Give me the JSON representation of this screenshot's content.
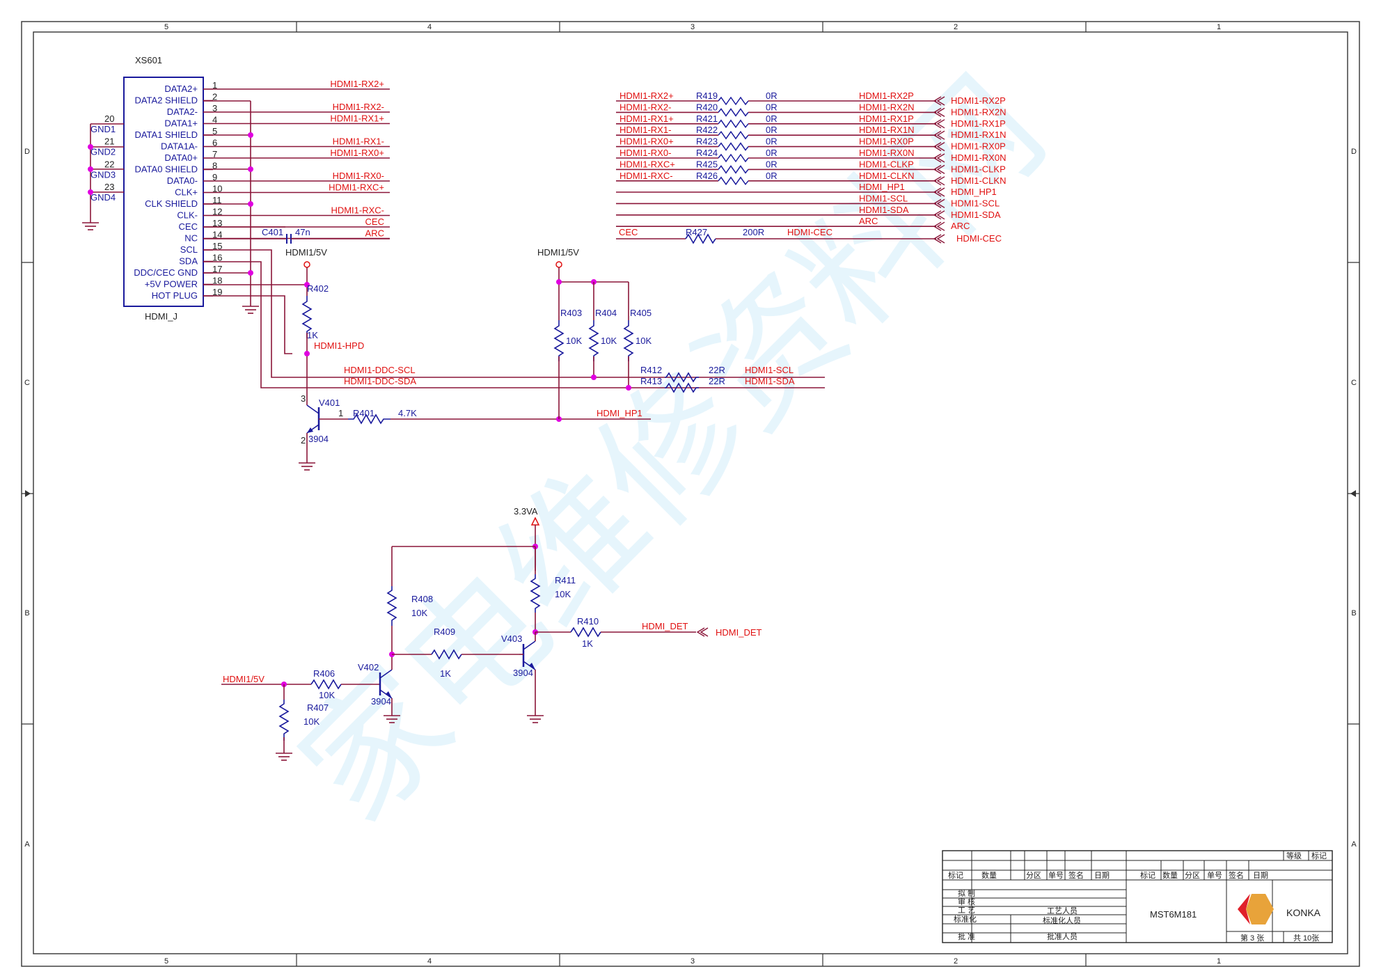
{
  "zones": {
    "columns": [
      "5",
      "4",
      "3",
      "2",
      "1"
    ],
    "rows": [
      "D",
      "C",
      "B",
      "A"
    ]
  },
  "watermark": "家电维修资料网",
  "connector": {
    "ref": "XS601",
    "name": "HDMI_J",
    "pins": [
      {
        "num": "1",
        "label": "DATA2+",
        "net": "HDMI1-RX2+"
      },
      {
        "num": "2",
        "label": "DATA2 SHIELD",
        "net": ""
      },
      {
        "num": "3",
        "label": "DATA2-",
        "net": "HDMI1-RX2-"
      },
      {
        "num": "4",
        "label": "DATA1+",
        "net": "HDMI1-RX1+"
      },
      {
        "num": "5",
        "label": "DATA1 SHIELD",
        "net": ""
      },
      {
        "num": "6",
        "label": "DATA1A-",
        "net": "HDMI1-RX1-"
      },
      {
        "num": "7",
        "label": "DATA0+",
        "net": "HDMI1-RX0+"
      },
      {
        "num": "8",
        "label": "DATA0 SHIELD",
        "net": ""
      },
      {
        "num": "9",
        "label": "DATA0-",
        "net": "HDMI1-RX0-"
      },
      {
        "num": "10",
        "label": "CLK+",
        "net": "HDMI1-RXC+"
      },
      {
        "num": "11",
        "label": "CLK SHIELD",
        "net": ""
      },
      {
        "num": "12",
        "label": "CLK-",
        "net": "HDMI1-RXC-"
      },
      {
        "num": "13",
        "label": "CEC",
        "net": "CEC"
      },
      {
        "num": "14",
        "label": "NC",
        "net": "ARC"
      },
      {
        "num": "15",
        "label": "SCL",
        "net": ""
      },
      {
        "num": "16",
        "label": "SDA",
        "net": ""
      },
      {
        "num": "17",
        "label": "DDC/CEC GND",
        "net": ""
      },
      {
        "num": "18",
        "label": "+5V POWER",
        "net": ""
      },
      {
        "num": "19",
        "label": "HOT PLUG",
        "net": ""
      }
    ],
    "gnd_pins": [
      {
        "num": "20",
        "label": "GND1"
      },
      {
        "num": "21",
        "label": "GND2"
      },
      {
        "num": "22",
        "label": "GND3"
      },
      {
        "num": "23",
        "label": "GND4"
      }
    ]
  },
  "c401": {
    "ref": "C401",
    "value": "47n"
  },
  "hpd": {
    "supply": "HDMI1/5V",
    "r402_ref": "R402",
    "r402_val": "1K",
    "net_hpd": "HDMI1-HPD",
    "v401_ref": "V401",
    "v401_type": "3904",
    "r401_ref": "R401",
    "r401_val": "4.7K",
    "pin1": "1",
    "pin2": "2",
    "pin3": "3",
    "net_hp1": "HDMI_HP1"
  },
  "ddc": {
    "supply": "HDMI1/5V",
    "resistors": [
      {
        "ref": "R403",
        "value": "10K"
      },
      {
        "ref": "R404",
        "value": "10K"
      },
      {
        "ref": "R405",
        "value": "10K"
      }
    ],
    "net_scl": "HDMI1-DDC-SCL",
    "net_sda": "HDMI1-DDC-SDA",
    "r412_ref": "R412",
    "r412_val": "22R",
    "r412_net": "HDMI1-SCL",
    "r413_ref": "R413",
    "r413_val": "22R",
    "r413_net": "HDMI1-SDA"
  },
  "signal_table": {
    "rows": [
      {
        "in": "HDMI1-RX2+",
        "ref": "R419",
        "val": "0R",
        "out": "HDMI1-RX2P",
        "port": "HDMI1-RX2P"
      },
      {
        "in": "HDMI1-RX2-",
        "ref": "R420",
        "val": "0R",
        "out": "HDMI1-RX2N",
        "port": "HDMI1-RX2N"
      },
      {
        "in": "HDMI1-RX1+",
        "ref": "R421",
        "val": "0R",
        "out": "HDMI1-RX1P",
        "port": "HDMI1-RX1P"
      },
      {
        "in": "HDMI1-RX1-",
        "ref": "R422",
        "val": "0R",
        "out": "HDMI1-RX1N",
        "port": "HDMI1-RX1N"
      },
      {
        "in": "HDMI1-RX0+",
        "ref": "R423",
        "val": "0R",
        "out": "HDMI1-RX0P",
        "port": "HDMI1-RX0P"
      },
      {
        "in": "HDMI1-RX0-",
        "ref": "R424",
        "val": "0R",
        "out": "HDMI1-RX0N",
        "port": "HDMI1-RX0N"
      },
      {
        "in": "HDMI1-RXC+",
        "ref": "R425",
        "val": "0R",
        "out": "HDMI1-CLKP",
        "port": "HDMI1-CLKP"
      },
      {
        "in": "HDMI1-RXC-",
        "ref": "R426",
        "val": "0R",
        "out": "HDMI1-CLKN",
        "port": "HDMI1-CLKN"
      }
    ],
    "extra": [
      {
        "out": "HDMI_HP1",
        "port": "HDMI_HP1"
      },
      {
        "out": "HDMI1-SCL",
        "port": "HDMI1-SCL"
      },
      {
        "out": "HDMI1-SDA",
        "port": "HDMI1-SDA"
      },
      {
        "out": "ARC",
        "port": "ARC"
      }
    ],
    "cec": {
      "in": "CEC",
      "ref": "R427",
      "val": "200R",
      "out": "HDMI-CEC",
      "port": "HDMI-CEC"
    }
  },
  "det": {
    "supply": "3.3VA",
    "input": "HDMI1/5V",
    "r406_ref": "R406",
    "r406_val": "10K",
    "r407_ref": "R407",
    "r407_val": "10K",
    "r408_ref": "R408",
    "r408_val": "10K",
    "r409_ref": "R409",
    "r409_val": "1K",
    "r410_ref": "R410",
    "r410_val": "1K",
    "r411_ref": "R411",
    "r411_val": "10K",
    "v402_ref": "V402",
    "v402_type": "3904",
    "v403_ref": "V403",
    "v403_type": "3904",
    "net_det": "HDMI_DET",
    "port_det": "HDMI_DET"
  },
  "title_block": {
    "grade": "等级",
    "mark": "标记",
    "headers_left": [
      "标记",
      "数量",
      "分区",
      "单号",
      "签名",
      "日期"
    ],
    "headers_right": [
      "标记",
      "数量",
      "分区",
      "单号",
      "签名",
      "日期"
    ],
    "roles": [
      "拟 制",
      "审 核",
      "工 艺",
      "标准化",
      "批 准"
    ],
    "persons": [
      "工艺人员",
      "标准化人员",
      "批准人员"
    ],
    "model": "MST6M181",
    "brand": "KONKA",
    "sheet_no": "第 3  张",
    "sheet_total": "共 10张"
  },
  "colors": {
    "wire": "#8a1538",
    "net_label": "#e01010",
    "component": "#1a1a9c",
    "junction": "#e000e0",
    "logo_red": "#e0202a",
    "logo_gold": "#e8a33a"
  }
}
